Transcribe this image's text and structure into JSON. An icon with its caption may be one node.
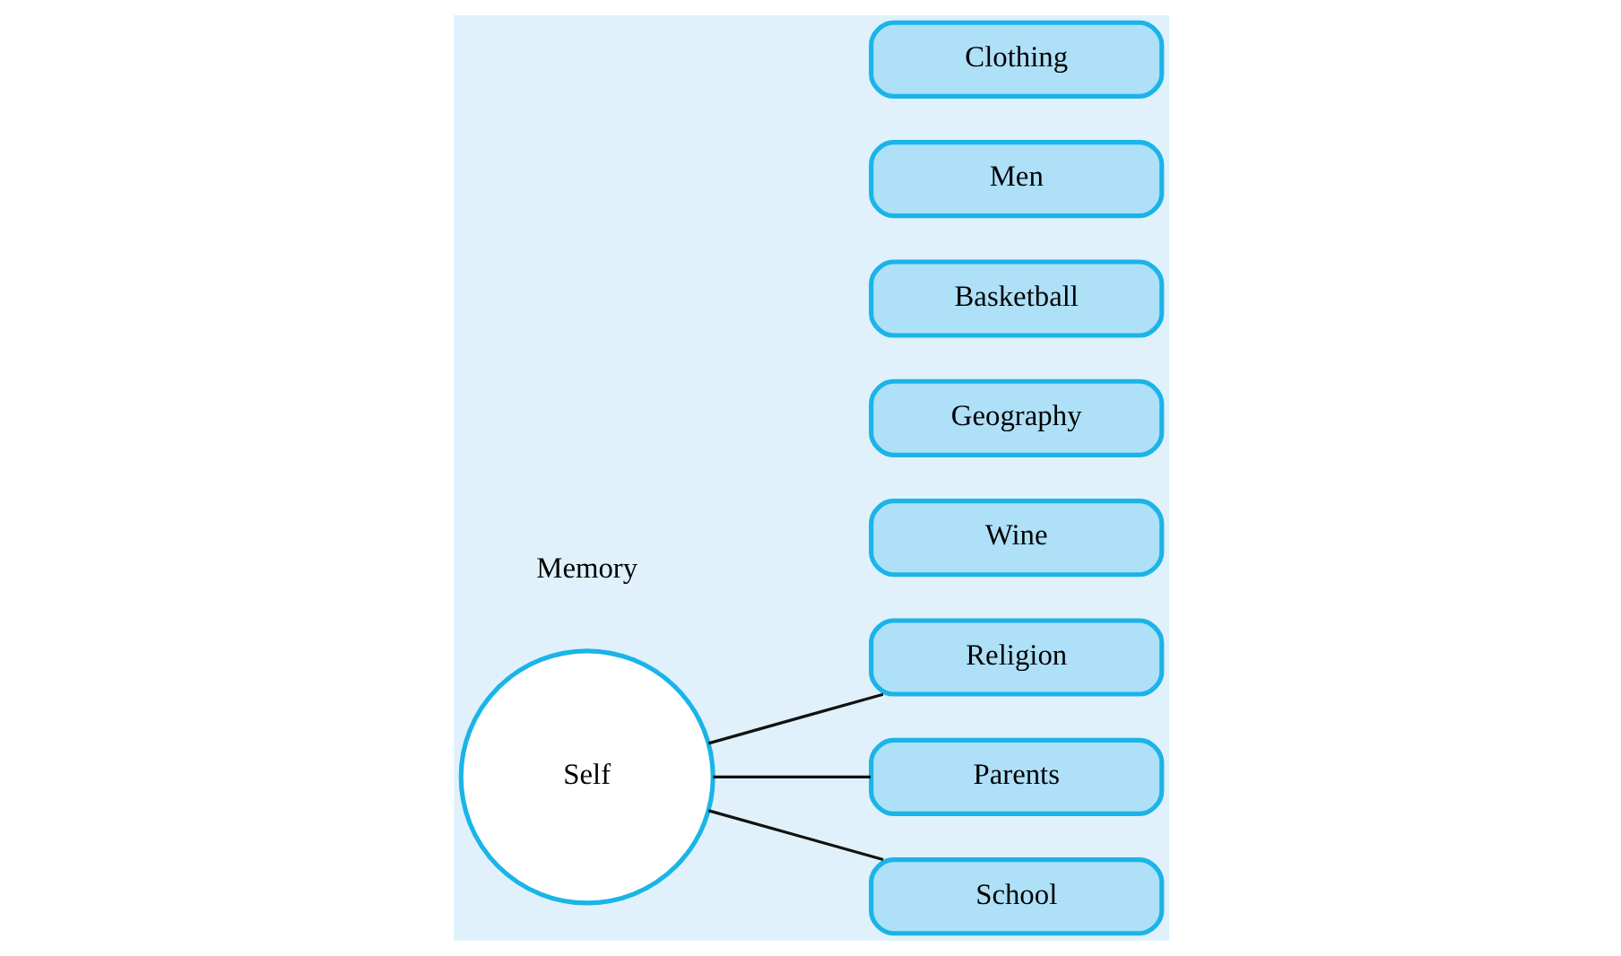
{
  "diagram": {
    "nodes": [
      {
        "text": [
          "Religion"
        ]
      },
      {
        "text": [
          "Wine"
        ]
      },
      {
        "text": [
          "Geography"
        ]
      },
      {
        "text": [
          "Basketball"
        ]
      },
      {
        "text": [
          "Self"
        ]
      },
      {
        "text": [
          "Parents"
        ]
      },
      {
        "text": [
          "Men"
        ]
      },
      {
        "text": [
          "School"
        ]
      },
      {
        "text": [
          "Clothing"
        ]
      }
    ],
    "edges": [
      {
        "from": 4,
        "to": 0,
        "arrow": "none"
      },
      {
        "from": 4,
        "to": 5,
        "arrow": "none"
      },
      {
        "from": 4,
        "to": 7,
        "arrow": "none"
      }
    ],
    "labels": [
      "Memory"
    ]
  }
}
